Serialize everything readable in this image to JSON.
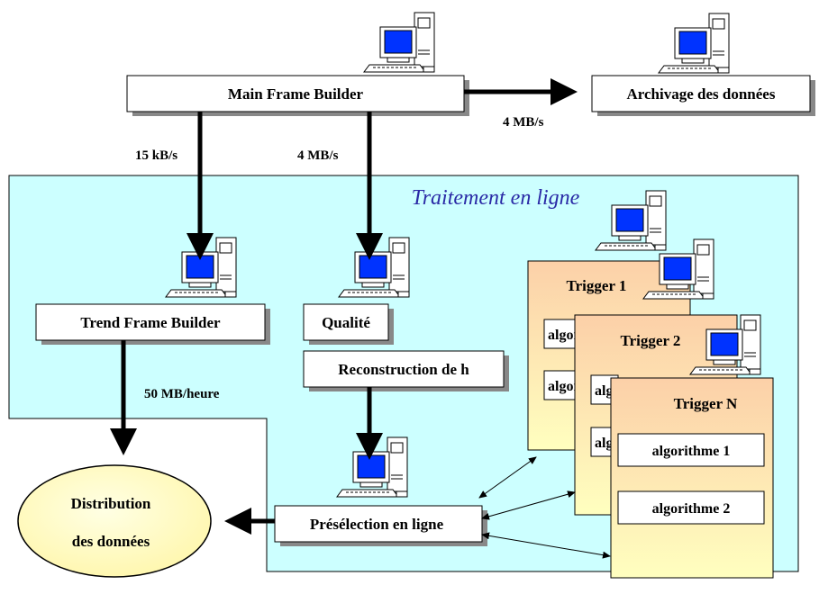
{
  "colors": {
    "region_fill": "#ccffff",
    "trigger_fill_top": "#fcd0a8",
    "trigger_fill_bottom": "#ffffbf",
    "ellipse_fill": "#fffcc0",
    "title_color": "#2a2aa6"
  },
  "region": {
    "title": "Traitement en ligne"
  },
  "nodes": {
    "main_frame_builder": "Main Frame Builder",
    "archivage": "Archivage des données",
    "trend_frame_builder": "Trend Frame Builder",
    "qualite": "Qualité",
    "reconstruction": "Reconstruction de h",
    "preselection": "Présélection en ligne",
    "distribution_line1": "Distribution",
    "distribution_line2": "des données"
  },
  "rates": {
    "archive_rate": "4 MB/s",
    "trend_rate": "15 kB/s",
    "online_rate": "4 MB/s",
    "distribution_rate": "50 MB/heure"
  },
  "triggers": {
    "t1": {
      "title": "Trigger 1",
      "algo1": "algorithme 1",
      "algo2": "algorithme 2"
    },
    "t2": {
      "title": "Trigger 2",
      "algo1": "algorithme 1",
      "algo2": "algorithme 2"
    },
    "tn": {
      "title": "Trigger N",
      "algo1": "algorithme 1",
      "algo2": "algorithme 2"
    }
  },
  "icons": [
    "computer-icon"
  ]
}
